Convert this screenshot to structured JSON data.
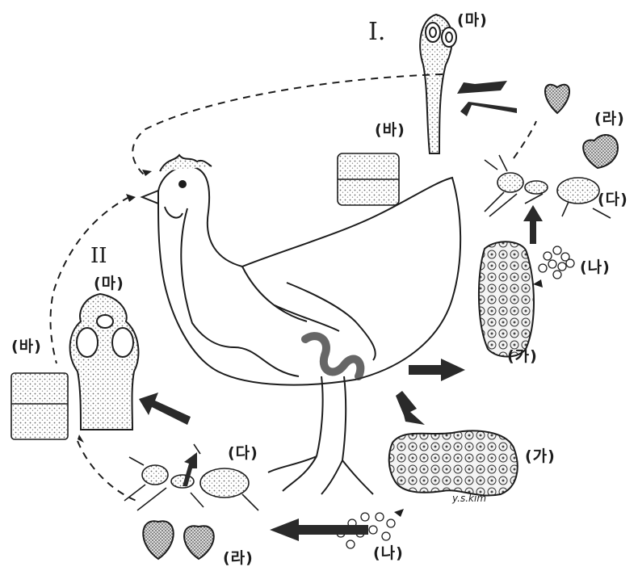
{
  "cycle_one": {
    "numeral": "I.",
    "labels": {
      "ga": "(가)",
      "na": "(나)",
      "da": "(다)",
      "ra": "(라)",
      "ma": "(마)",
      "ba": "(바)"
    }
  },
  "cycle_two": {
    "numeral": "II",
    "labels": {
      "ga": "(가)",
      "na": "(나)",
      "da": "(다)",
      "ra": "(라)",
      "ma": "(마)",
      "ba": "(바)"
    }
  },
  "signature": "y.s.kim",
  "colors": {
    "ink": "#1d1d1d",
    "stipple": "#555555",
    "background": "#ffffff"
  }
}
